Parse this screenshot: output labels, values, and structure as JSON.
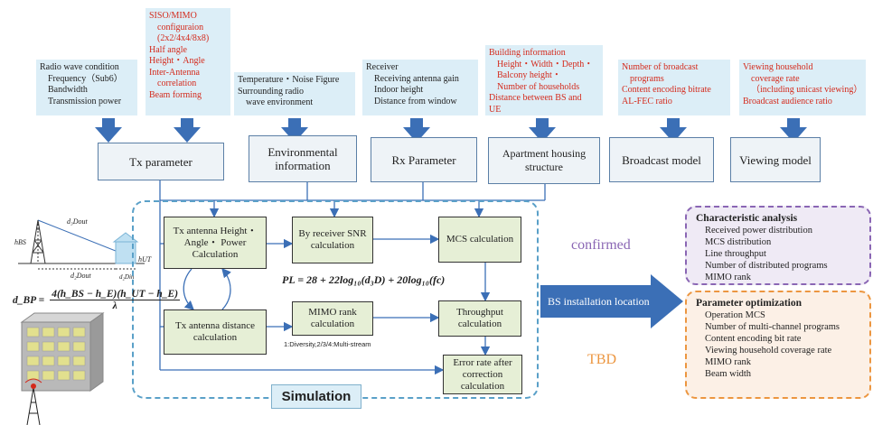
{
  "notes": [
    {
      "lines": [
        "Radio wave condition",
        "Frequency（Sub6）",
        "Bandwidth",
        "Transmission power"
      ]
    },
    {
      "lines": [
        "SISO/MIMO",
        "configuraion",
        "(2x2/4x4/8x8)",
        "Half angle",
        "Height・Angle",
        "Inter-Antenna",
        "correlation",
        "Beam forming"
      ]
    },
    {
      "lines": [
        "Temperature・Noise Figure",
        "Surrounding radio",
        "wave environment"
      ]
    },
    {
      "lines": [
        "Receiver",
        "Receiving antenna gain",
        "Indoor height",
        "Distance from window"
      ]
    },
    {
      "lines": [
        "Building information",
        "Height・Width・Depth・",
        "Balcony height・",
        "Number of households",
        "Distance between BS and",
        "UE"
      ]
    },
    {
      "lines": [
        "Number of broadcast",
        "programs",
        "Content encoding bitrate",
        "AL-FEC ratio"
      ]
    },
    {
      "lines": [
        "Viewing household",
        "coverage rate",
        "（including unicast viewing）",
        "Broadcast audience ratio"
      ]
    }
  ],
  "params": [
    "Tx parameter",
    "Environmental information",
    "Rx Parameter",
    "Apartment housing structure",
    "Broadcast model",
    "Viewing model"
  ],
  "calcs": {
    "tx_height": "Tx antenna Height・Angle・ Power Calculation",
    "tx_distance": "Tx antenna distance calculation",
    "snr": "By receiver SNR calculation",
    "mimo": "MIMO rank calculation",
    "mcs": "MCS calculation",
    "throughput": "Throughput calculation",
    "error": "Error rate after correction calculation"
  },
  "formula_pl": "PL = 28 + 22log₁₀(d₃D) + 20log₁₀(fc)",
  "formula_dbp_lhs": "d_BP =",
  "formula_dbp_num": "4(h_BS − h_E)(h_UT − h_E)",
  "formula_dbp_den": "λ",
  "mimo_note": "1:Diversity,2/3/4:Multi-stream",
  "simulation_label": "Simulation",
  "bs_location": "BS installation location",
  "confirmed": "confirmed",
  "tbd": "TBD",
  "geometry_labels": {
    "d3d": "d₃Dout",
    "hbs": "hBS",
    "hut": "hUT",
    "d2dout": "d₂Dout",
    "d2din": "d₂Din"
  },
  "characteristic": {
    "title": "Characteristic analysis",
    "items": [
      "Received power distribution",
      "MCS distribution",
      "Line throughput",
      "Number of distributed programs",
      "MIMO rank"
    ]
  },
  "optimization": {
    "title": "Parameter optimization",
    "items": [
      "Operation MCS",
      "Number of multi-channel programs",
      "Content encoding bit rate",
      "Viewing household coverage rate",
      "MIMO rank",
      "Beam width"
    ]
  },
  "colors": {
    "accent_blue": "#3b6fb6",
    "red_text": "#d42a1c",
    "purple": "#8a66b4",
    "orange": "#ec9640",
    "calc_fill": "#e6efd6",
    "note_fill": "#dceef7"
  }
}
